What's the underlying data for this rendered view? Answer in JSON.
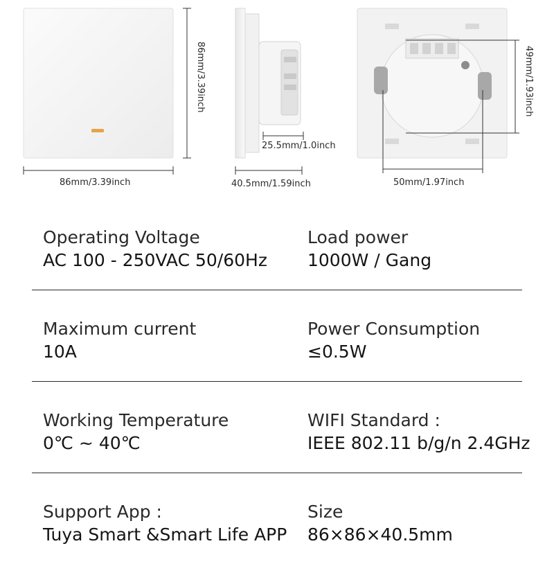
{
  "dimensions": {
    "front_width": "86mm/3.39inch",
    "front_height": "86mm/3.39inch",
    "side_depth_inner": "25.5mm/1.0inch",
    "side_depth_total": "40.5mm/1.59inch",
    "back_height": "49mm/1.93inch",
    "back_width": "50mm/1.97inch"
  },
  "specs": [
    {
      "label": "Operating Voltage",
      "value": "AC 100 - 250VAC 50/60Hz"
    },
    {
      "label": "Load power",
      "value": "1000W / Gang"
    },
    {
      "label": "Maximum current",
      "value": "10A"
    },
    {
      "label": "Power Consumption",
      "value": "≤0.5W"
    },
    {
      "label": "Working Temperature",
      "value": "0℃ ~ 40℃"
    },
    {
      "label": "WIFI Standard :",
      "value": "IEEE 802.11 b/g/n 2.4GHz"
    },
    {
      "label": "Support App :",
      "value": "Tuya Smart &Smart Life APP"
    },
    {
      "label": "Size",
      "value": "86×86×40.5mm"
    }
  ],
  "colors": {
    "panel": "#f4f4f4",
    "indicator": "#e8a34a"
  }
}
